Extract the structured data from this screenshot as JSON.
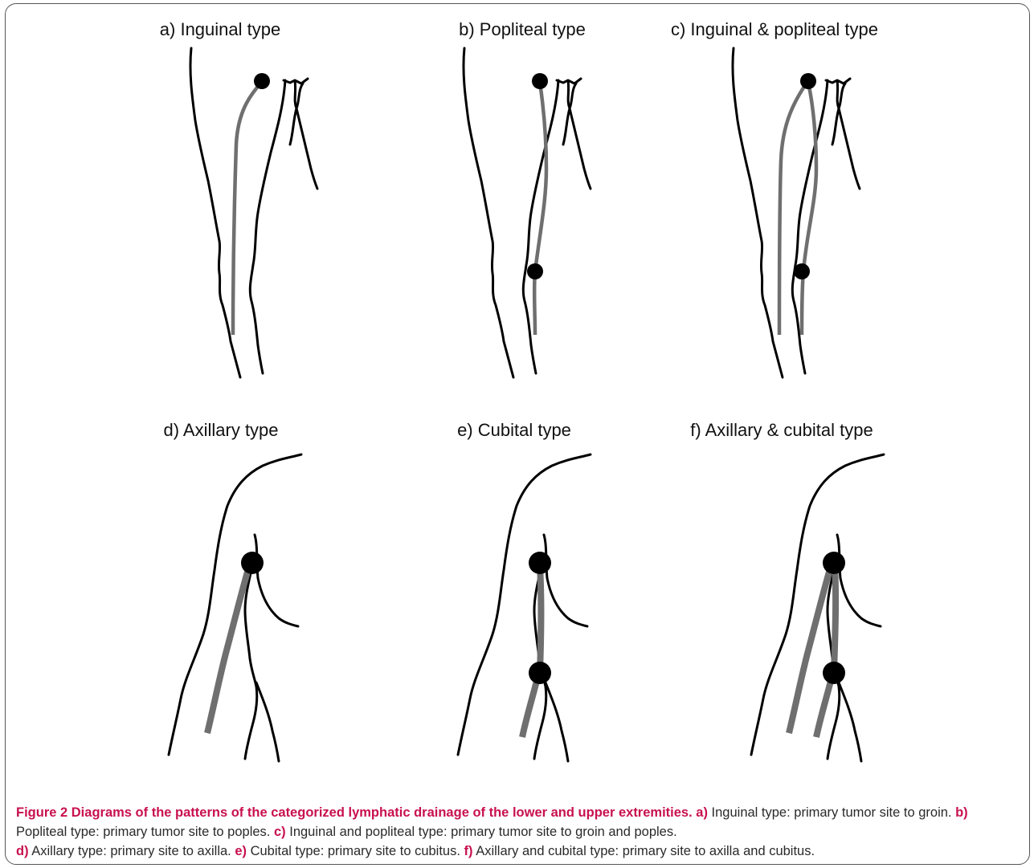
{
  "panels": {
    "a": {
      "title": "a) Inguinal type"
    },
    "b": {
      "title": "b) Popliteal type"
    },
    "c": {
      "title": "c) Inguinal & popliteal type"
    },
    "d": {
      "title": "d) Axillary type"
    },
    "e": {
      "title": "e) Cubital type"
    },
    "f": {
      "title": "f) Axillary & cubital type"
    }
  },
  "caption": {
    "lead": "Figure 2 Diagrams of the patterns of the categorized lymphatic drainage of the lower and upper extremities.",
    "items": [
      {
        "tag": "a)",
        "text": " Inguinal type: primary tumor site to groin. "
      },
      {
        "tag": "b)",
        "text": " Popliteal type: primary tumor site to poples. "
      },
      {
        "tag": "c)",
        "text": " Inguinal and popliteal type: primary tumor site to groin and poples. "
      },
      {
        "tag": "d)",
        "text": " Axillary type: primary site to axilla. "
      },
      {
        "tag": "e)",
        "text": " Cubital type: primary site to cubitus. "
      },
      {
        "tag": "f)",
        "text": " Axillary and cubital type: primary site to axilla and cubitus."
      }
    ]
  },
  "colors": {
    "outline": "#000000",
    "vessel": "#6f6f6f",
    "node": "#000000",
    "caption_accent": "#c8114e"
  }
}
